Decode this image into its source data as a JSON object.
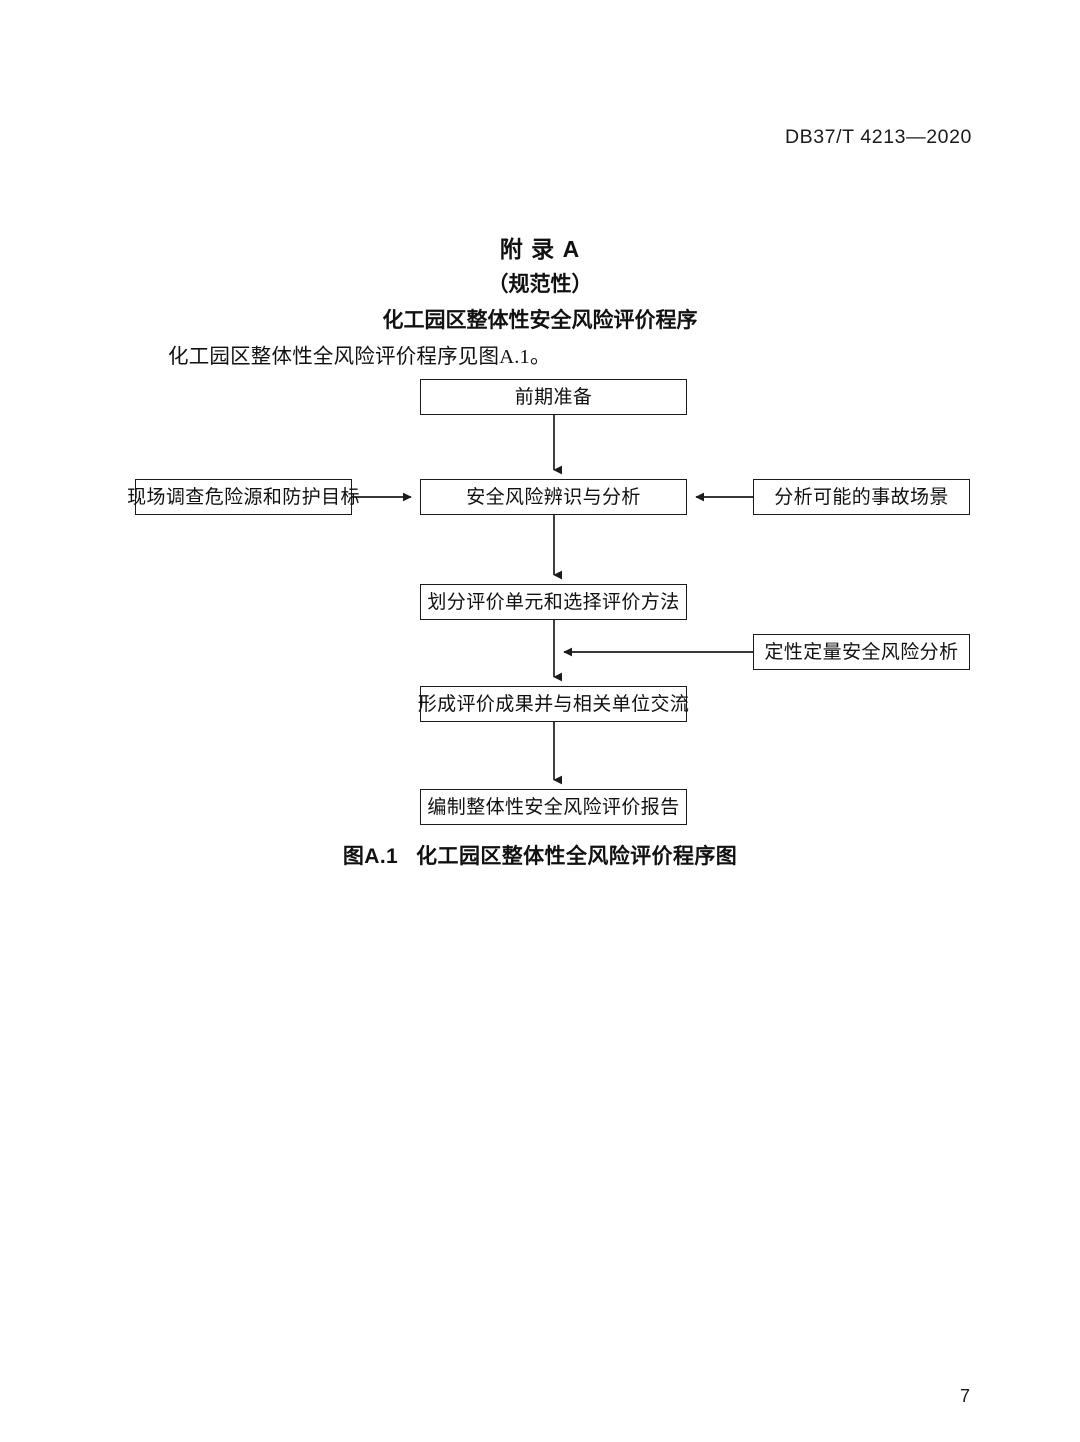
{
  "document": {
    "standard_number": "DB37/T 4213—2020",
    "page_number": "7"
  },
  "annex": {
    "label": "附  录  A",
    "kind": "（规范性）",
    "name": "化工园区整体性安全风险评价程序"
  },
  "body": {
    "intro_paragraph": "化工园区整体性全风险评价程序见图A.1。"
  },
  "figure": {
    "caption_number": "图A.1",
    "caption_text": "化工园区整体性全风险评价程序图"
  },
  "flowchart": {
    "nodes": [
      {
        "id": "prep",
        "label": "前期准备"
      },
      {
        "id": "survey",
        "label": "现场调查危险源和防护目标"
      },
      {
        "id": "identify",
        "label": "安全风险辨识与分析"
      },
      {
        "id": "scenarios",
        "label": "分析可能的事故场景"
      },
      {
        "id": "units",
        "label": "划分评价单元和选择评价方法"
      },
      {
        "id": "qualquant",
        "label": "定性定量安全风险分析"
      },
      {
        "id": "results",
        "label": "形成评价成果并与相关单位交流"
      },
      {
        "id": "report",
        "label": "编制整体性安全风险评价报告"
      }
    ],
    "edges": [
      {
        "from": "prep",
        "to": "identify",
        "direction": "down"
      },
      {
        "from": "survey",
        "to": "identify",
        "direction": "right"
      },
      {
        "from": "scenarios",
        "to": "identify",
        "direction": "left"
      },
      {
        "from": "identify",
        "to": "units",
        "direction": "down"
      },
      {
        "from": "units",
        "to": "results",
        "direction": "down"
      },
      {
        "from": "qualquant",
        "to": "results",
        "direction": "left"
      },
      {
        "from": "results",
        "to": "report",
        "direction": "down"
      }
    ],
    "colors": {
      "stroke": "#1b1b1b",
      "fill": "#ffffff"
    }
  }
}
